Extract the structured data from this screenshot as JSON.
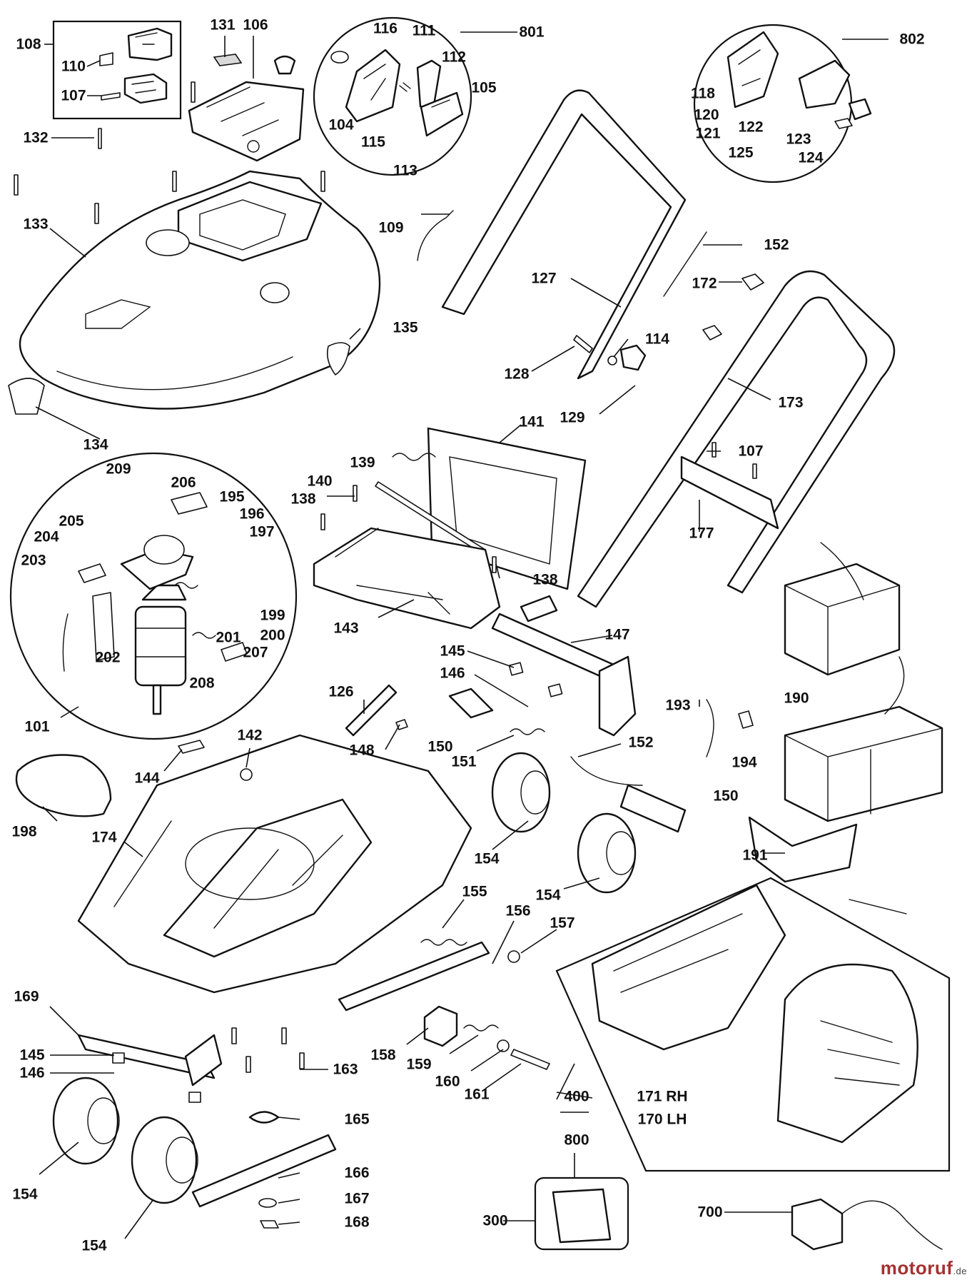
{
  "callouts": [
    {
      "id": "c108",
      "label": "108"
    },
    {
      "id": "c110",
      "label": "110"
    },
    {
      "id": "c107a",
      "label": "107"
    },
    {
      "id": "c131",
      "label": "131"
    },
    {
      "id": "c106",
      "label": "106"
    },
    {
      "id": "c132",
      "label": "132"
    },
    {
      "id": "c116",
      "label": "116"
    },
    {
      "id": "c111",
      "label": "111"
    },
    {
      "id": "c801",
      "label": "801"
    },
    {
      "id": "c112",
      "label": "112"
    },
    {
      "id": "c105",
      "label": "105"
    },
    {
      "id": "c104",
      "label": "104"
    },
    {
      "id": "c115",
      "label": "115"
    },
    {
      "id": "c113",
      "label": "113"
    },
    {
      "id": "c802",
      "label": "802"
    },
    {
      "id": "c118",
      "label": "118"
    },
    {
      "id": "c120",
      "label": "120"
    },
    {
      "id": "c121",
      "label": "121"
    },
    {
      "id": "c122",
      "label": "122"
    },
    {
      "id": "c123",
      "label": "123"
    },
    {
      "id": "c125",
      "label": "125"
    },
    {
      "id": "c124",
      "label": "124"
    },
    {
      "id": "c133",
      "label": "133"
    },
    {
      "id": "c109",
      "label": "109"
    },
    {
      "id": "c152a",
      "label": "152"
    },
    {
      "id": "c127",
      "label": "127"
    },
    {
      "id": "c172",
      "label": "172"
    },
    {
      "id": "c135",
      "label": "135"
    },
    {
      "id": "c114",
      "label": "114"
    },
    {
      "id": "c128",
      "label": "128"
    },
    {
      "id": "c173",
      "label": "173"
    },
    {
      "id": "c129",
      "label": "129"
    },
    {
      "id": "c134",
      "label": "134"
    },
    {
      "id": "c141",
      "label": "141"
    },
    {
      "id": "c209",
      "label": "209"
    },
    {
      "id": "c206",
      "label": "206"
    },
    {
      "id": "c139",
      "label": "139"
    },
    {
      "id": "c107b",
      "label": "107"
    },
    {
      "id": "c140",
      "label": "140"
    },
    {
      "id": "c195",
      "label": "195"
    },
    {
      "id": "c138a",
      "label": "138"
    },
    {
      "id": "c196",
      "label": "196"
    },
    {
      "id": "c177",
      "label": "177"
    },
    {
      "id": "c205",
      "label": "205"
    },
    {
      "id": "c197",
      "label": "197"
    },
    {
      "id": "c204",
      "label": "204"
    },
    {
      "id": "c203",
      "label": "203"
    },
    {
      "id": "c138b",
      "label": "138"
    },
    {
      "id": "c199",
      "label": "199"
    },
    {
      "id": "c143",
      "label": "143"
    },
    {
      "id": "c201",
      "label": "201"
    },
    {
      "id": "c200",
      "label": "200"
    },
    {
      "id": "c147",
      "label": "147"
    },
    {
      "id": "c207",
      "label": "207"
    },
    {
      "id": "c202",
      "label": "202"
    },
    {
      "id": "c145a",
      "label": "145"
    },
    {
      "id": "c208",
      "label": "208"
    },
    {
      "id": "c146a",
      "label": "146"
    },
    {
      "id": "c126",
      "label": "126"
    },
    {
      "id": "c190",
      "label": "190"
    },
    {
      "id": "c193",
      "label": "193"
    },
    {
      "id": "c101",
      "label": "101"
    },
    {
      "id": "c142",
      "label": "142"
    },
    {
      "id": "c148",
      "label": "148"
    },
    {
      "id": "c152b",
      "label": "152"
    },
    {
      "id": "c150a",
      "label": "150"
    },
    {
      "id": "c151",
      "label": "151"
    },
    {
      "id": "c194",
      "label": "194"
    },
    {
      "id": "c144",
      "label": "144"
    },
    {
      "id": "c150b",
      "label": "150"
    },
    {
      "id": "c198",
      "label": "198"
    },
    {
      "id": "c174",
      "label": "174"
    },
    {
      "id": "c191",
      "label": "191"
    },
    {
      "id": "c154a",
      "label": "154"
    },
    {
      "id": "c155",
      "label": "155"
    },
    {
      "id": "c154b",
      "label": "154"
    },
    {
      "id": "c156",
      "label": "156"
    },
    {
      "id": "c157",
      "label": "157"
    },
    {
      "id": "c169",
      "label": "169"
    },
    {
      "id": "c158",
      "label": "158"
    },
    {
      "id": "c145b",
      "label": "145"
    },
    {
      "id": "c159",
      "label": "159"
    },
    {
      "id": "c163",
      "label": "163"
    },
    {
      "id": "c146b",
      "label": "146"
    },
    {
      "id": "c160",
      "label": "160"
    },
    {
      "id": "c171",
      "label": "171 RH"
    },
    {
      "id": "c400",
      "label": "400"
    },
    {
      "id": "c161",
      "label": "161"
    },
    {
      "id": "c170",
      "label": "170 LH"
    },
    {
      "id": "c165",
      "label": "165"
    },
    {
      "id": "c154c",
      "label": "154"
    },
    {
      "id": "c166",
      "label": "166"
    },
    {
      "id": "c800",
      "label": "800"
    },
    {
      "id": "c167",
      "label": "167"
    },
    {
      "id": "c300",
      "label": "300"
    },
    {
      "id": "c700",
      "label": "700"
    },
    {
      "id": "c168",
      "label": "168"
    },
    {
      "id": "c154d",
      "label": "154"
    }
  ],
  "watermark": {
    "brand": "motoruf",
    "suffix": ".de"
  }
}
